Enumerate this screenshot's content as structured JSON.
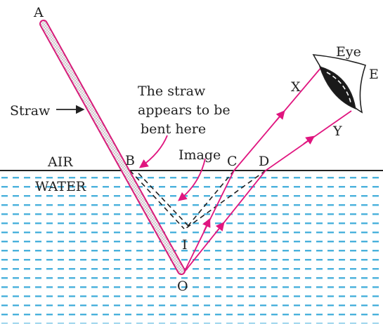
{
  "labels": {
    "A": "A",
    "B": "B",
    "C": "C",
    "D": "D",
    "E": "E",
    "I": "I",
    "O": "O",
    "X": "X",
    "Y": "Y",
    "eye": "Eye",
    "straw": "Straw",
    "air": "AIR",
    "water": "WATER",
    "image": "Image"
  },
  "note": {
    "line1": "The straw",
    "line2": "appears to be",
    "line3": "bent here"
  },
  "colors": {
    "ray": "#e0157f",
    "straw": "#d81b7a",
    "water": "#2aa3d6",
    "surface": "#222222",
    "dashed": "#222222"
  }
}
